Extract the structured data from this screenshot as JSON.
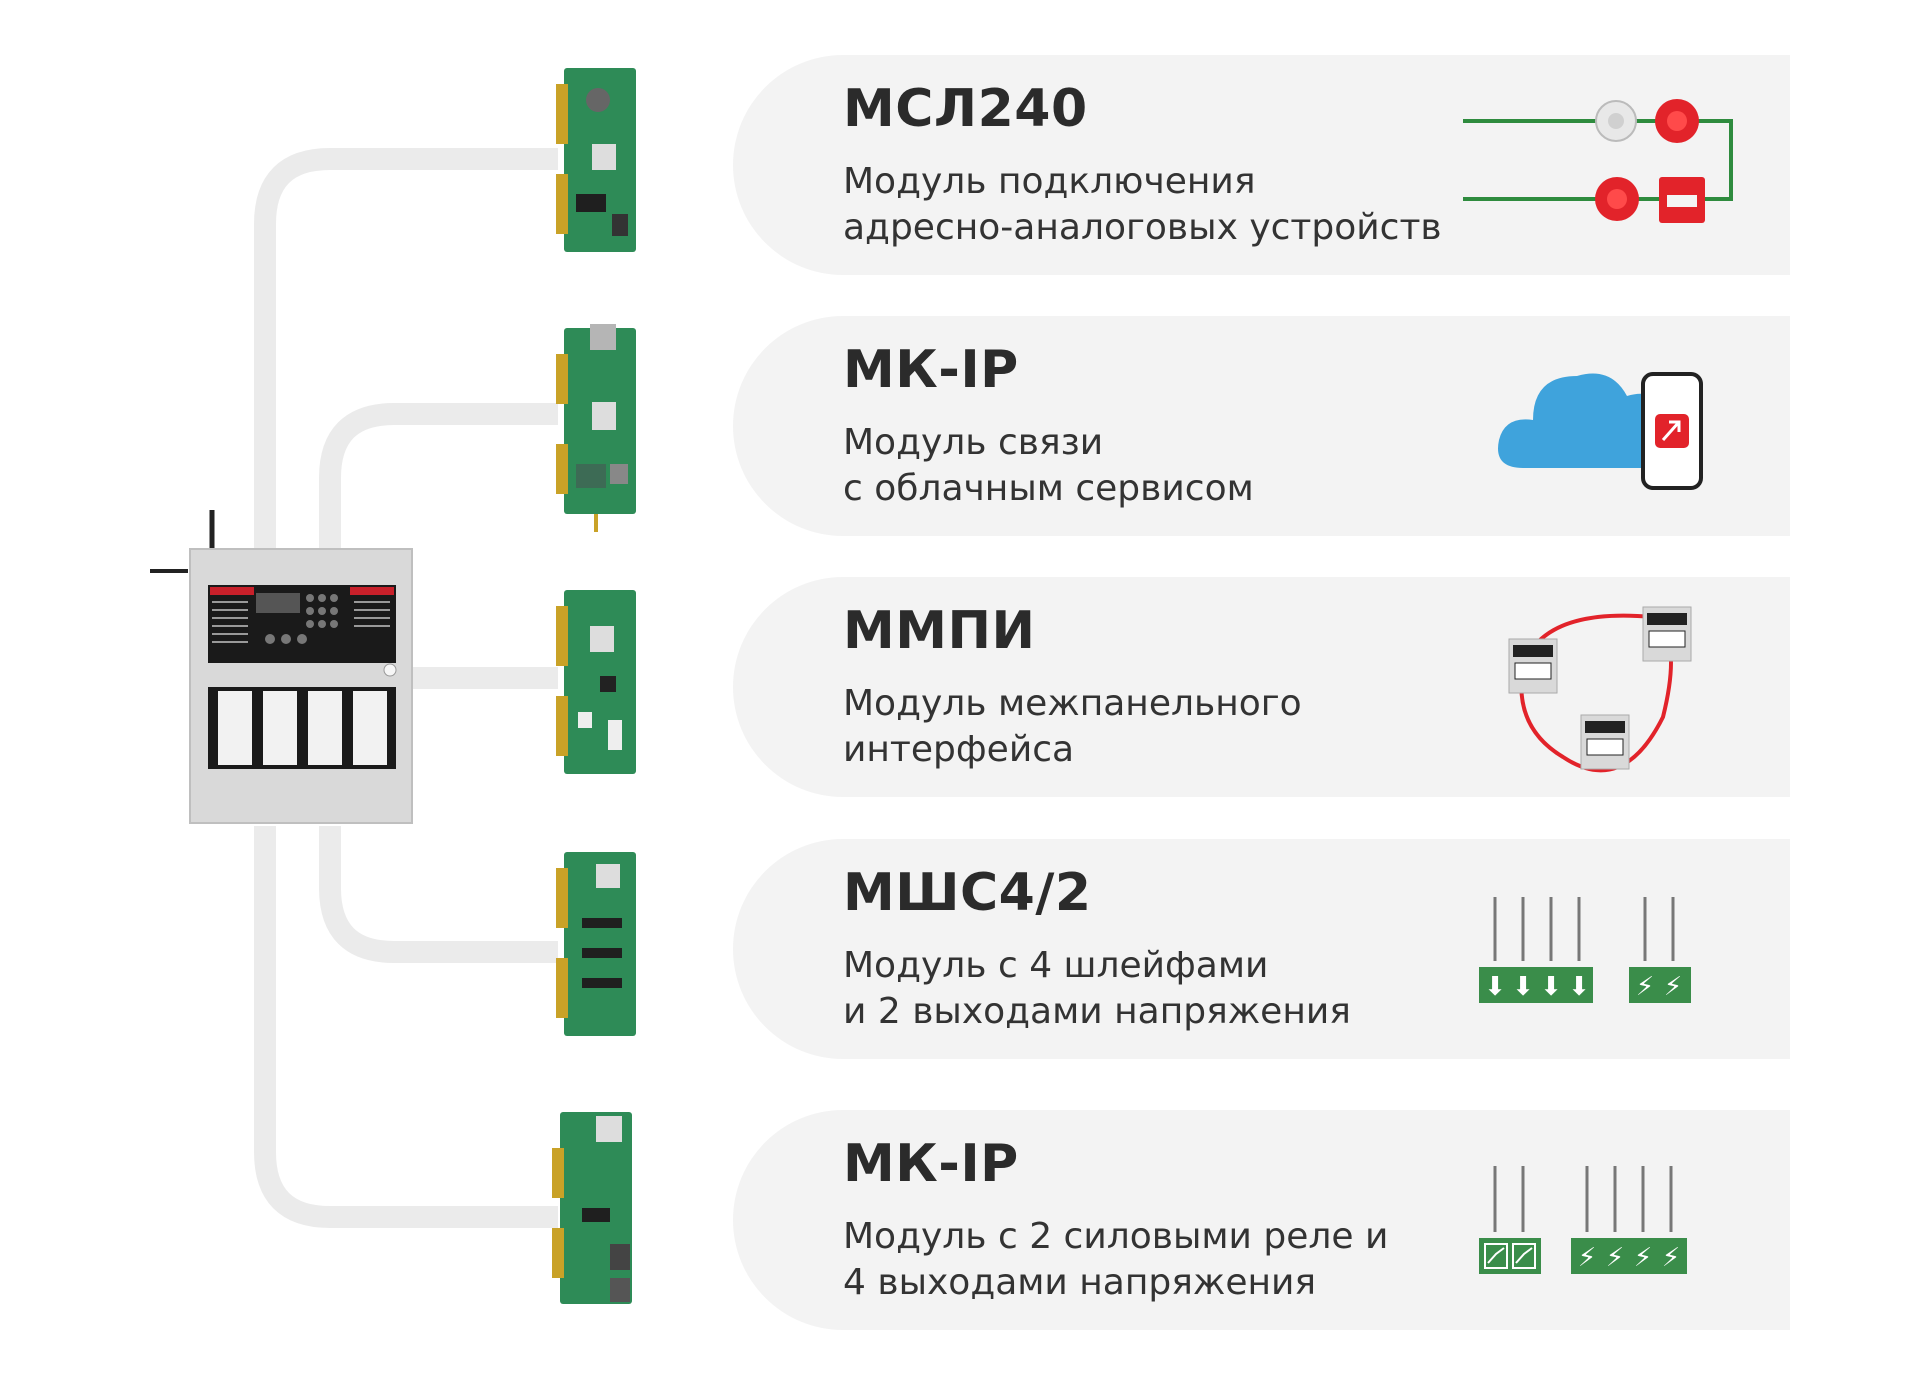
{
  "colors": {
    "connector": "#ebebeb",
    "card_bg": "#f3f3f3",
    "pcb_green": "#2e8b57",
    "icon_green": "#3a8d4a",
    "alarm_red": "#e2232a",
    "cloud_blue": "#3fa3dc",
    "panel_grey": "#d9d9d9"
  },
  "modules": [
    {
      "title": "МСЛ240",
      "desc_line1": "Модуль подключения",
      "desc_line2": "адресно-аналоговых устройств",
      "illustration": "addressable-loop-devices"
    },
    {
      "title": "МК-IP",
      "desc_line1": "Модуль связи",
      "desc_line2": "с облачным сервисом",
      "illustration": "cloud-and-smartphone"
    },
    {
      "title": "ММПИ",
      "desc_line1": "Модуль межпанельного",
      "desc_line2": "интерфейса",
      "illustration": "panel-ring-network"
    },
    {
      "title": "МШС4/2",
      "desc_line1": "Модуль с 4 шлейфами",
      "desc_line2": "и 2 выходами напряжения",
      "illustration": "4-loops-2-power-outputs"
    },
    {
      "title": "МК-IP",
      "desc_line1": "Модуль с 2 силовыми реле и",
      "desc_line2": "4 выходами напряжения",
      "illustration": "2-relays-4-power-outputs"
    }
  ]
}
